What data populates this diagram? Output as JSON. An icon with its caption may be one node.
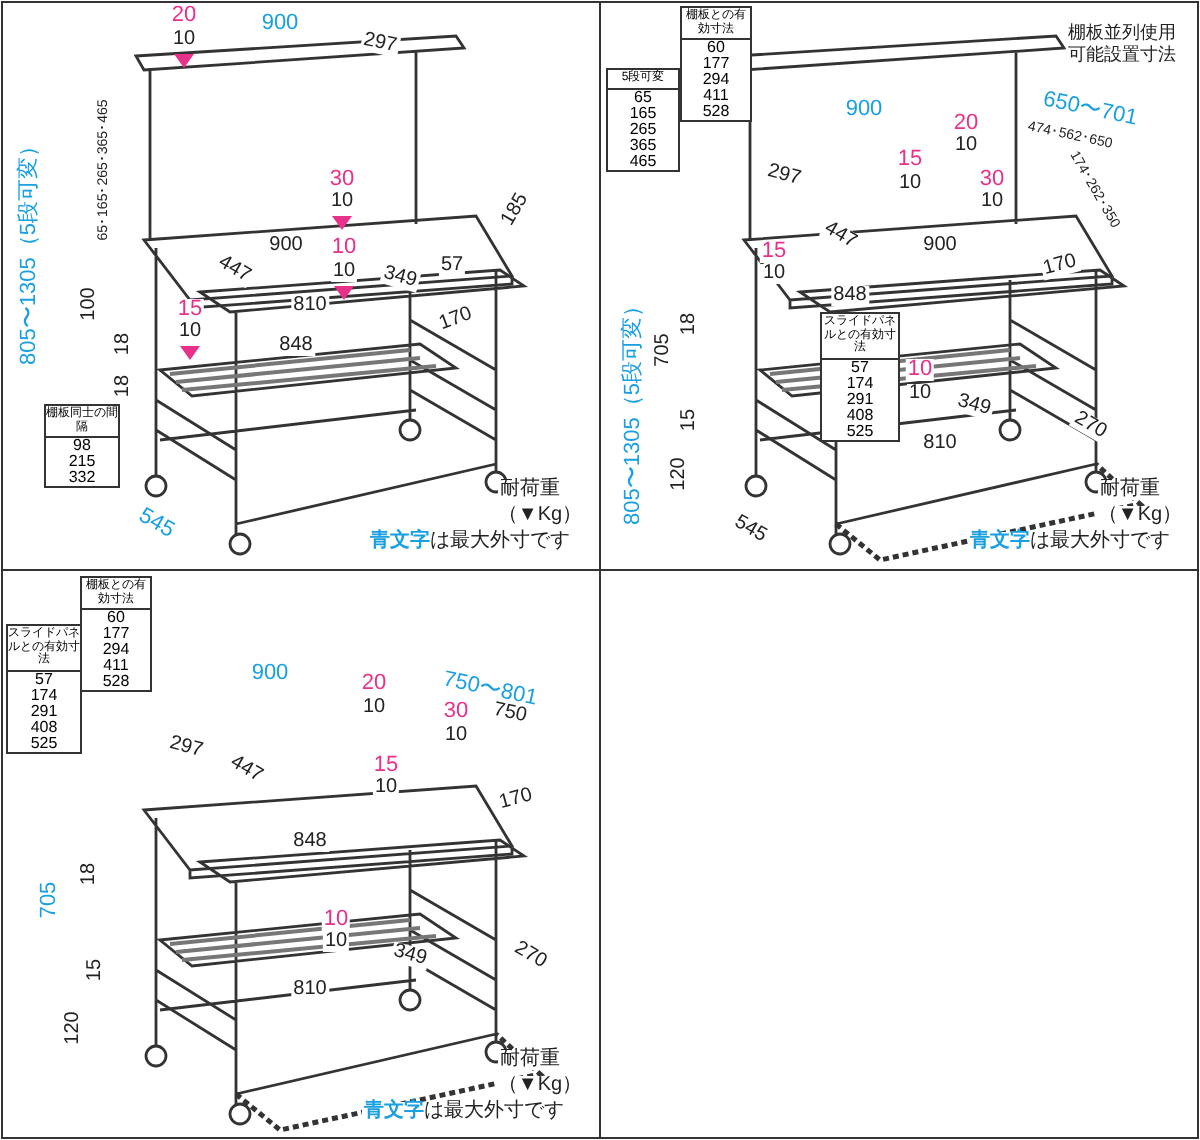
{
  "diagram": {
    "labels": [
      "20",
      "10",
      "900",
      "297",
      "65･165･265･365･465",
      "805〜1305（5段可変）",
      "30",
      "10",
      "185",
      "900",
      "447",
      "10",
      "10",
      "349",
      "57",
      "100",
      "15",
      "10",
      "810",
      "170",
      "18",
      "848",
      "18",
      "棚板同士の間隔",
      "98",
      "215",
      "332",
      "耐荷重",
      "（▼Kg）",
      "545",
      "**青文字**は最大外寸です",
      "5段可変",
      "65",
      "165",
      "265",
      "365",
      "465",
      "棚板との有効寸法",
      "60",
      "177",
      "294",
      "411",
      "528",
      "棚板並列使用可能設置寸法",
      "900",
      "650〜701",
      "474･562･650",
      "20",
      "10",
      "15",
      "10",
      "174･262･350",
      "297",
      "30",
      "10",
      "15",
      "10",
      "447",
      "900",
      "170",
      "848",
      "18",
      "705",
      "805〜1305（5段可変）",
      "スライドパネルとの有効寸法",
      "57",
      "174",
      "291",
      "408",
      "525",
      "10",
      "10",
      "349",
      "15",
      "270",
      "810",
      "120",
      "545",
      "耐荷重",
      "（▼Kg）",
      "**青文字**は最大外寸です",
      "スライドパネルとの有効寸法",
      "57",
      "174",
      "291",
      "408",
      "525",
      "棚板との有効寸法",
      "60",
      "177",
      "294",
      "411",
      "528",
      "900",
      "750〜801",
      "750",
      "20",
      "10",
      "30",
      "10",
      "297",
      "447",
      "15",
      "10",
      "170",
      "848",
      "18",
      "705",
      "10",
      "10",
      "349",
      "270",
      "15",
      "810",
      "120",
      "耐荷重",
      "（▼Kg）",
      "**青文字**は最大外寸です"
    ]
  }
}
